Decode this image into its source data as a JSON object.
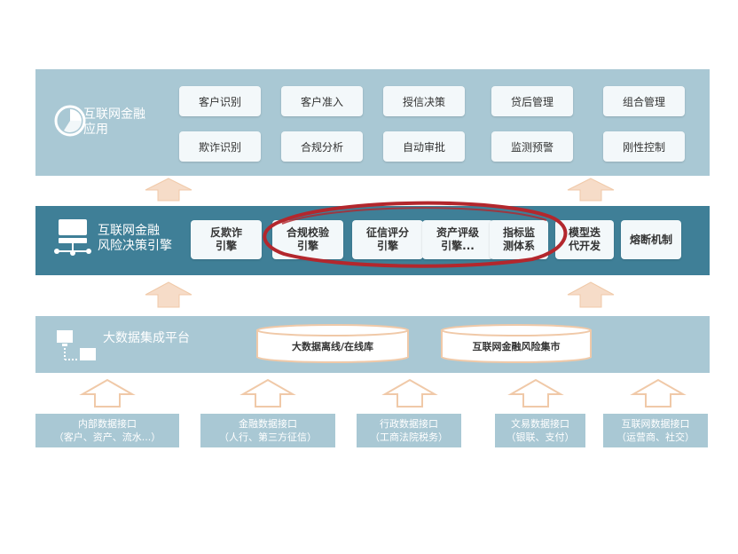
{
  "layers": {
    "application": {
      "title": "互联网金融\n应用",
      "row1": [
        "客户识别",
        "客户准入",
        "授信决策",
        "贷后管理",
        "组合管理"
      ],
      "row2": [
        "欺诈识别",
        "合规分析",
        "自动审批",
        "监测预警",
        "刚性控制"
      ]
    },
    "engine": {
      "title": "互联网金融\n风险决策引擎",
      "items": [
        "反欺诈\n引擎",
        "合规校验\n引擎",
        "征信评分\n引擎",
        "资产评级\n引擎...",
        "指标监\n测体系",
        "模型迭\n代开发",
        "熔断机制"
      ]
    },
    "platform": {
      "title": "大数据集成平台",
      "stores": [
        "大数据离线/在线库",
        "互联网金融风险集市"
      ]
    },
    "interfaces": [
      {
        "name": "内部数据接口",
        "detail": "（客户、资产、流水...）"
      },
      {
        "name": "金融数据接口",
        "detail": "（人行、第三方征信）"
      },
      {
        "name": "行政数据接口",
        "detail": "（工商法院税务）"
      },
      {
        "name": "文易数据接口",
        "detail": "（银联、支付）"
      },
      {
        "name": "互联网数据接口",
        "detail": "（运营商、社交）"
      }
    ]
  },
  "colors": {
    "light_band": "#a9c8d4",
    "dark_band": "#3f7f97",
    "box": "#f3f8fa",
    "arrow": "#f6dcc8",
    "arrow_stroke": "#f0c9a8",
    "highlight": "#b3272d"
  }
}
